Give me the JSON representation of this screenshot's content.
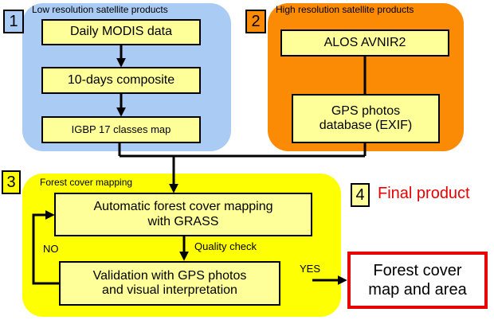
{
  "low_res": {
    "number": "1",
    "title": "Low resolution satellite products",
    "boxes": [
      "Daily MODIS data",
      "10-days composite",
      "IGBP 17 classes map"
    ]
  },
  "high_res": {
    "number": "2",
    "title": "High resolution satellite products",
    "boxes": [
      "ALOS AVNIR2",
      "GPS photos",
      "database (EXIF)"
    ]
  },
  "mapping": {
    "number": "3",
    "title": "Forest cover mapping",
    "auto_line1": "Automatic forest cover mapping",
    "auto_line2": "with GRASS",
    "quality_check": "Quality check",
    "valid_line1": "Validation with GPS photos",
    "valid_line2": "and visual interpretation",
    "no_label": "NO",
    "yes_label": "YES"
  },
  "final": {
    "number": "4",
    "title": "Final product",
    "line1": "Forest cover",
    "line2": "map and area"
  },
  "colors": {
    "blue_panel": "#a9cbf4",
    "orange_panel": "#fb8a04",
    "yellow_panel": "#ffff04",
    "box_fill": "#ffff99",
    "final_border": "#e80000",
    "final_text": "#e80000"
  }
}
